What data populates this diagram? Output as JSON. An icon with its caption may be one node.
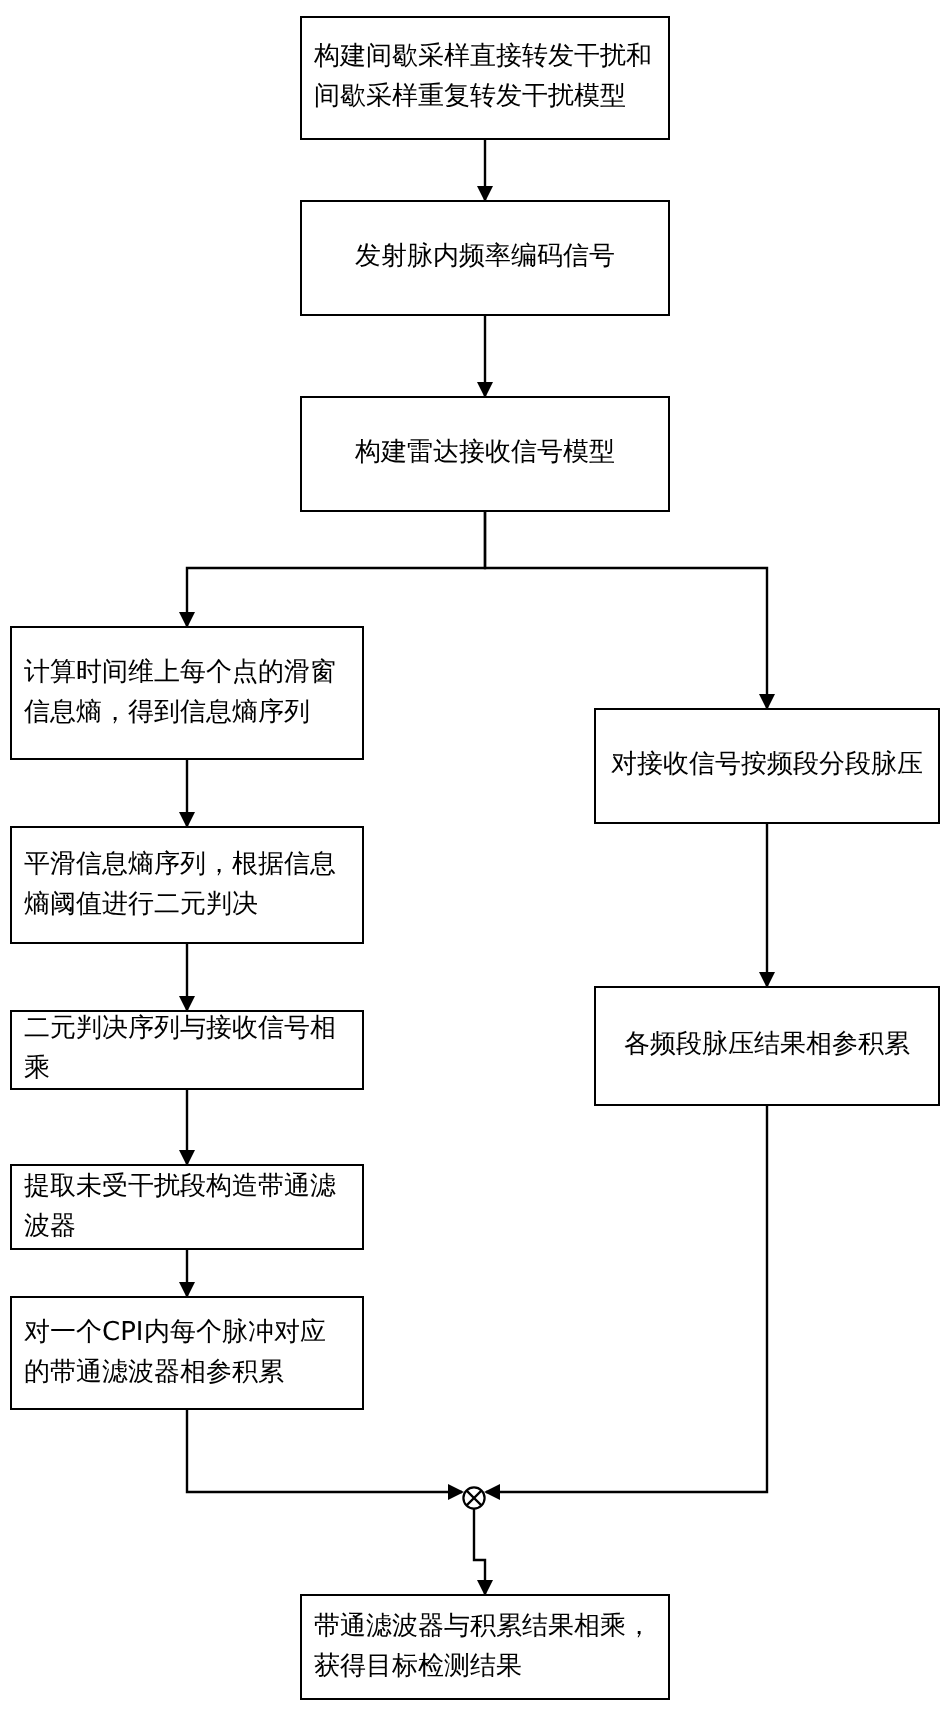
{
  "diagram": {
    "nodes": [
      {
        "text": [
          "构建间歇采样直接转发干扰和间歇采样重复转发干扰模型"
        ]
      },
      {
        "text": [
          "发射脉内频率编码信号"
        ]
      },
      {
        "text": [
          "构建雷达接收信号模型"
        ]
      },
      {
        "text": [
          "计算时间维上每个点的滑窗信息熵，得到信息熵序列"
        ]
      },
      {
        "text": [
          "平滑信息熵序列，根据信息熵阈值进行二元判决"
        ]
      },
      {
        "text": [
          "二元判决序列与接收信号相乘"
        ]
      },
      {
        "text": [
          "提取未受干扰段构造带通滤波器"
        ]
      },
      {
        "text": [
          "对一个CPI内每个脉冲对应的带通滤波器相参积累"
        ]
      },
      {
        "text": [
          "对接收信号按频段分段脉压"
        ]
      },
      {
        "text": [
          "各频段脉压结果相参积累"
        ]
      },
      {
        "text": [],
        "shape": "circle"
      },
      {
        "text": [
          "带通滤波器与积累结果相乘，获得目标检测结果"
        ]
      }
    ],
    "edges": [
      {
        "from": 0,
        "to": 1,
        "arrow": "to"
      },
      {
        "from": 1,
        "to": 2,
        "arrow": "to"
      },
      {
        "from": 2,
        "to": 3,
        "arrow": "to"
      },
      {
        "from": 2,
        "to": 8,
        "arrow": "to"
      },
      {
        "from": 3,
        "to": 4,
        "arrow": "to"
      },
      {
        "from": 4,
        "to": 5,
        "arrow": "to"
      },
      {
        "from": 5,
        "to": 6,
        "arrow": "to"
      },
      {
        "from": 6,
        "to": 7,
        "arrow": "to"
      },
      {
        "from": 8,
        "to": 9,
        "arrow": "to"
      },
      {
        "from": 7,
        "to": 10,
        "arrow": "to"
      },
      {
        "from": 9,
        "to": 10,
        "arrow": "to"
      },
      {
        "from": 10,
        "to": 11,
        "arrow": "to"
      }
    ]
  }
}
